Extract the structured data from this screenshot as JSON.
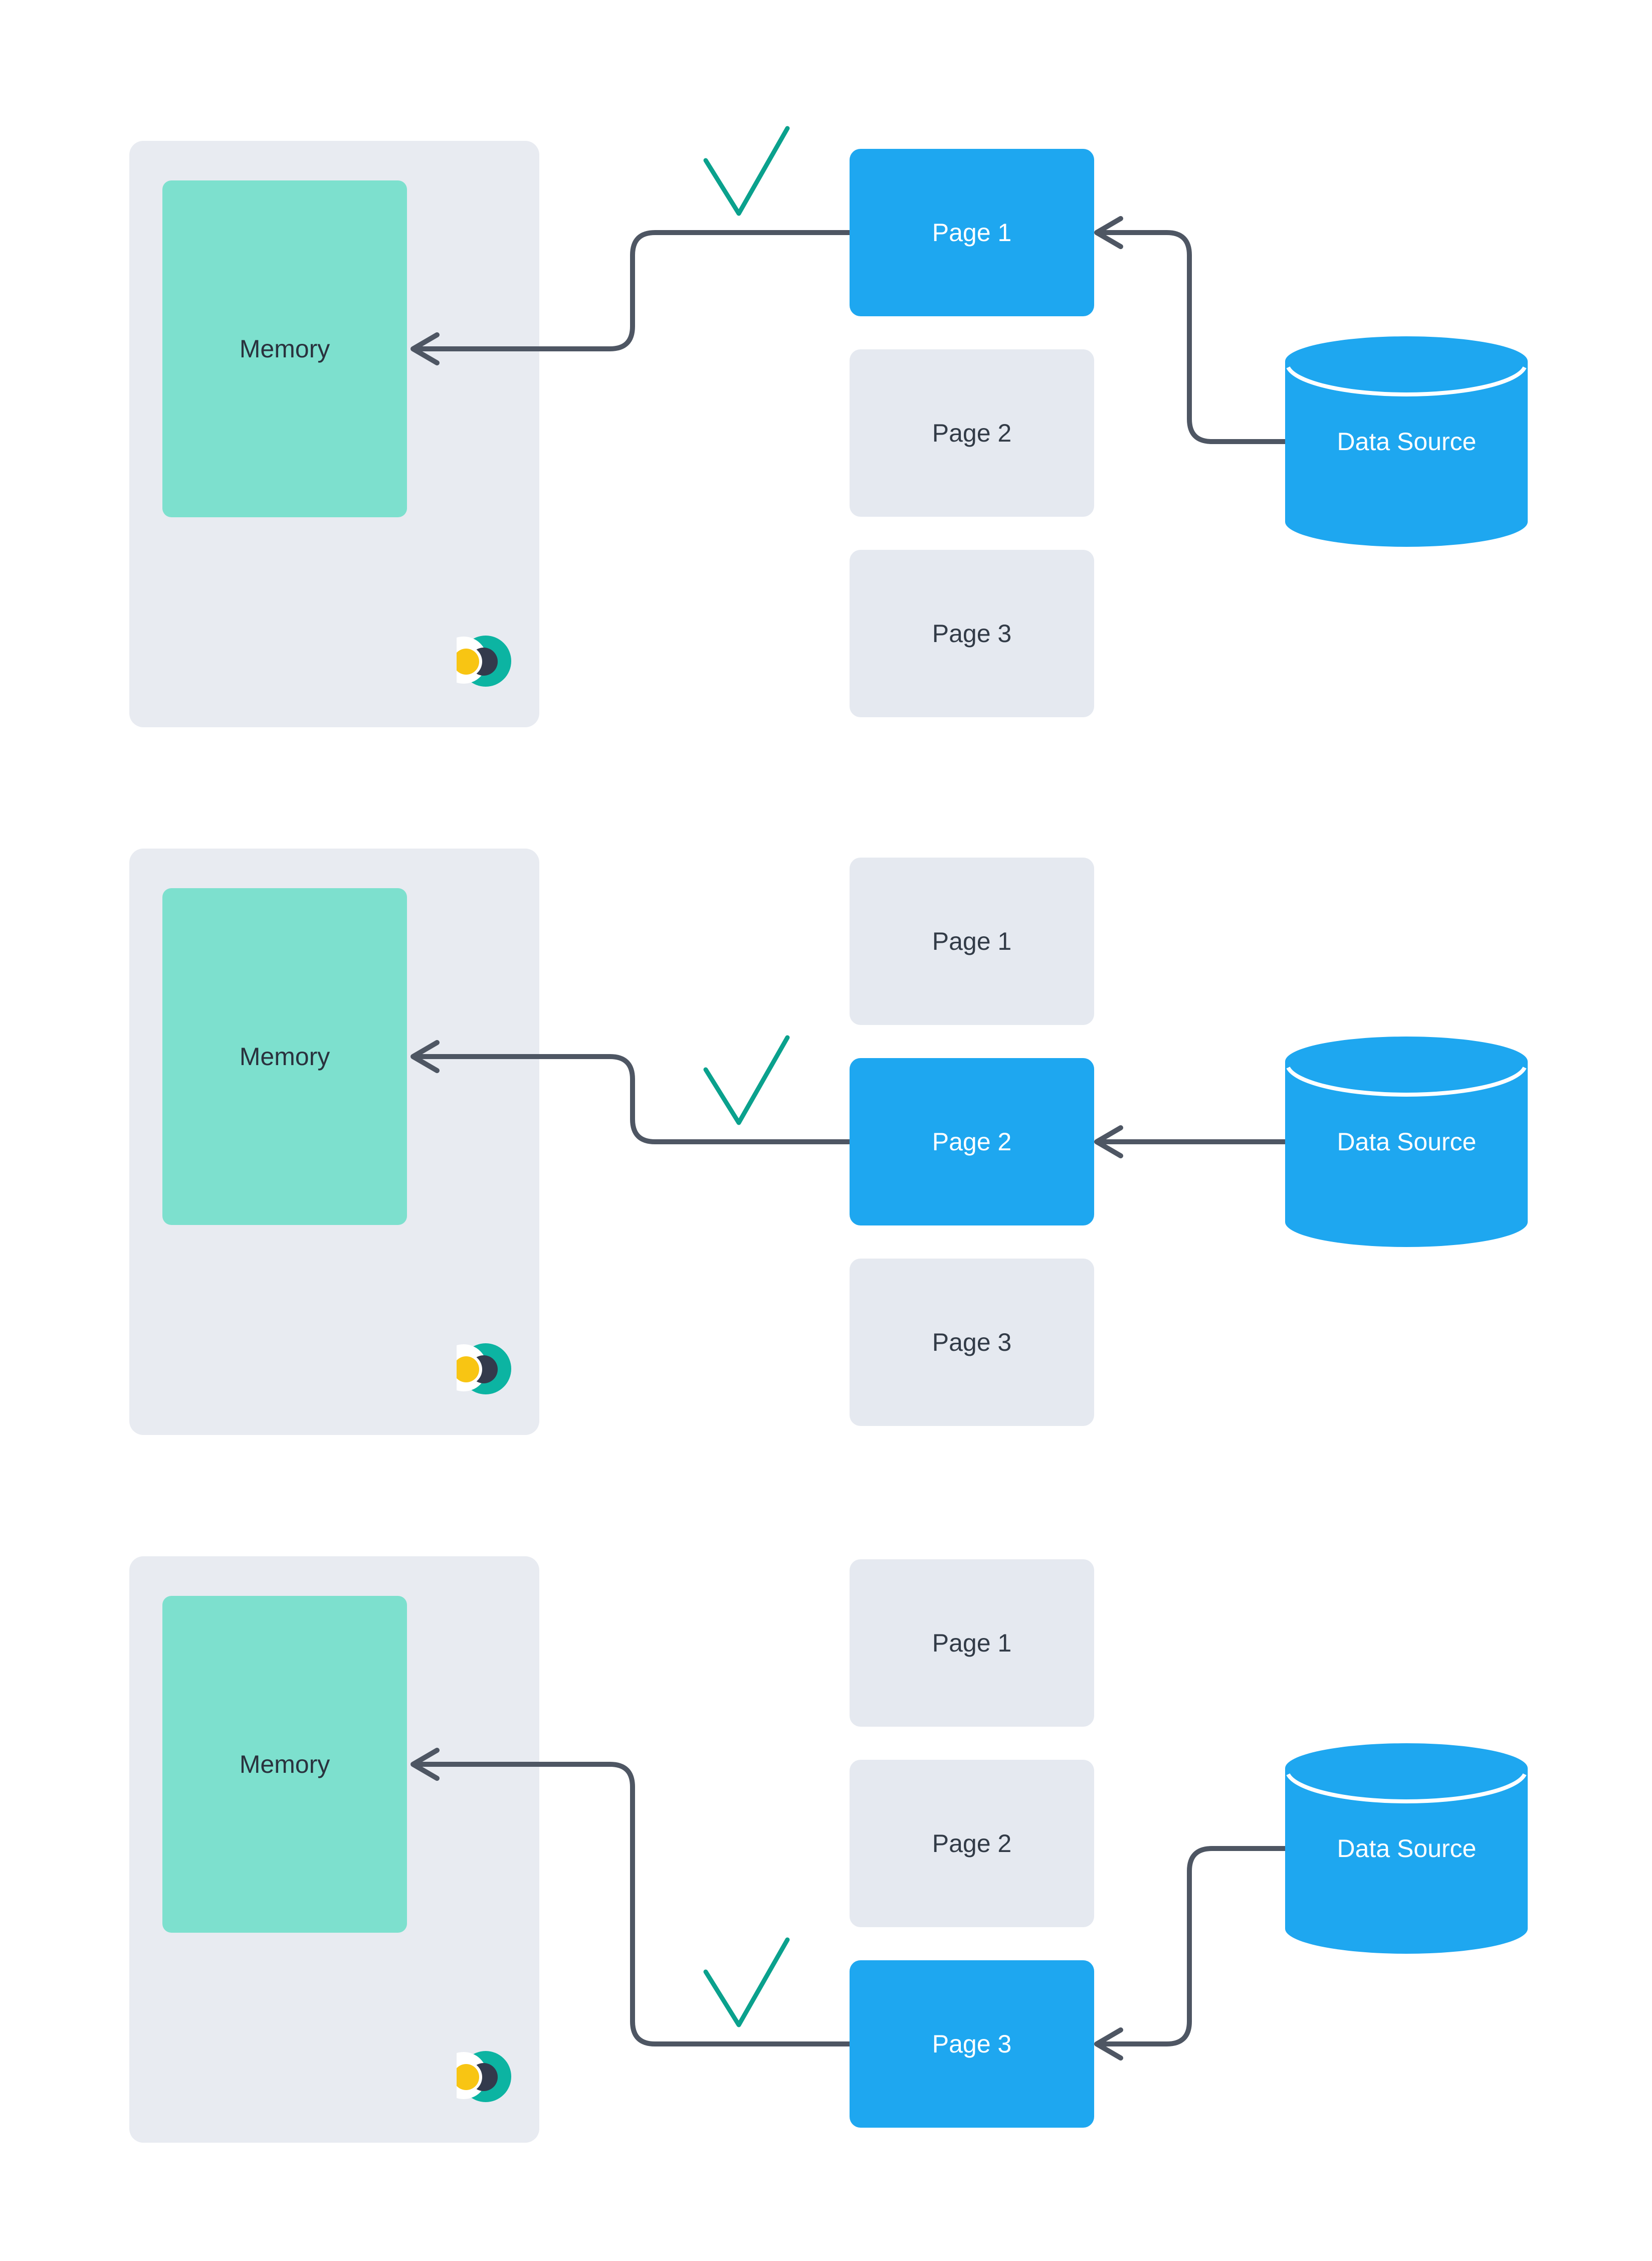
{
  "title": "Paging data from a data source into memory (three stages)",
  "colors": {
    "background": "#ffffff",
    "panel_bg": "#e8ebf1",
    "memory_fill": "#7de0ce",
    "memory_text": "#2a323e",
    "page_inactive_bg": "#e5e9f0",
    "page_inactive_text": "#323b47",
    "accent_blue": "#1ea7f0",
    "page_active_text": "#ffffff",
    "datasource_text": "#ffffff",
    "arrow": "#4e5663",
    "check": "#0aa18d",
    "logo_teal": "#0cb4a2",
    "logo_dark": "#333a4c",
    "logo_yellow": "#f8c513"
  },
  "icons": {
    "check": "check-icon",
    "logo": "brand-logo-icon",
    "arrowhead": "arrow-left-icon",
    "data_source": "database-cylinder-icon"
  },
  "stages": [
    {
      "memory_label": "Memory",
      "datasource_label": "Data Source",
      "pages": [
        {
          "label": "Page 1",
          "active": true
        },
        {
          "label": "Page 2",
          "active": false
        },
        {
          "label": "Page 3",
          "active": false
        }
      ]
    },
    {
      "memory_label": "Memory",
      "datasource_label": "Data Source",
      "pages": [
        {
          "label": "Page 1",
          "active": false
        },
        {
          "label": "Page 2",
          "active": true
        },
        {
          "label": "Page 3",
          "active": false
        }
      ]
    },
    {
      "memory_label": "Memory",
      "datasource_label": "Data Source",
      "pages": [
        {
          "label": "Page 1",
          "active": false
        },
        {
          "label": "Page 2",
          "active": false
        },
        {
          "label": "Page 3",
          "active": true
        }
      ]
    }
  ]
}
